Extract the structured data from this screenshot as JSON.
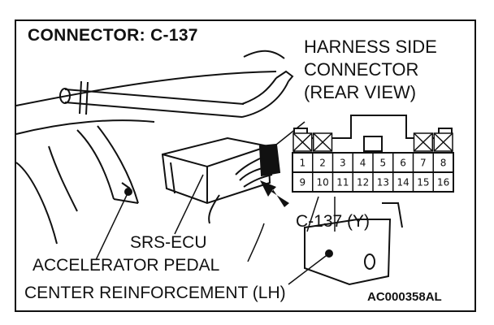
{
  "diagram": {
    "title": "CONNECTOR: C-137",
    "harness_label": [
      "HARNESS SIDE",
      "CONNECTOR",
      "(REAR VIEW)"
    ],
    "connector_id": "C-137 (Y)",
    "labels": {
      "srs_ecu": "SRS-ECU",
      "accelerator_pedal": "ACCELERATOR PEDAL",
      "center_reinforcement": "CENTER REINFORCEMENT (LH)"
    },
    "figure_code": "AC000358AL",
    "pins": {
      "top_row": [
        "1",
        "2",
        "3",
        "4",
        "5",
        "6",
        "7",
        "8"
      ],
      "bottom_row": [
        "9",
        "10",
        "11",
        "12",
        "13",
        "14",
        "15",
        "16"
      ],
      "blocked_top": [
        1,
        2,
        7,
        8
      ]
    }
  }
}
